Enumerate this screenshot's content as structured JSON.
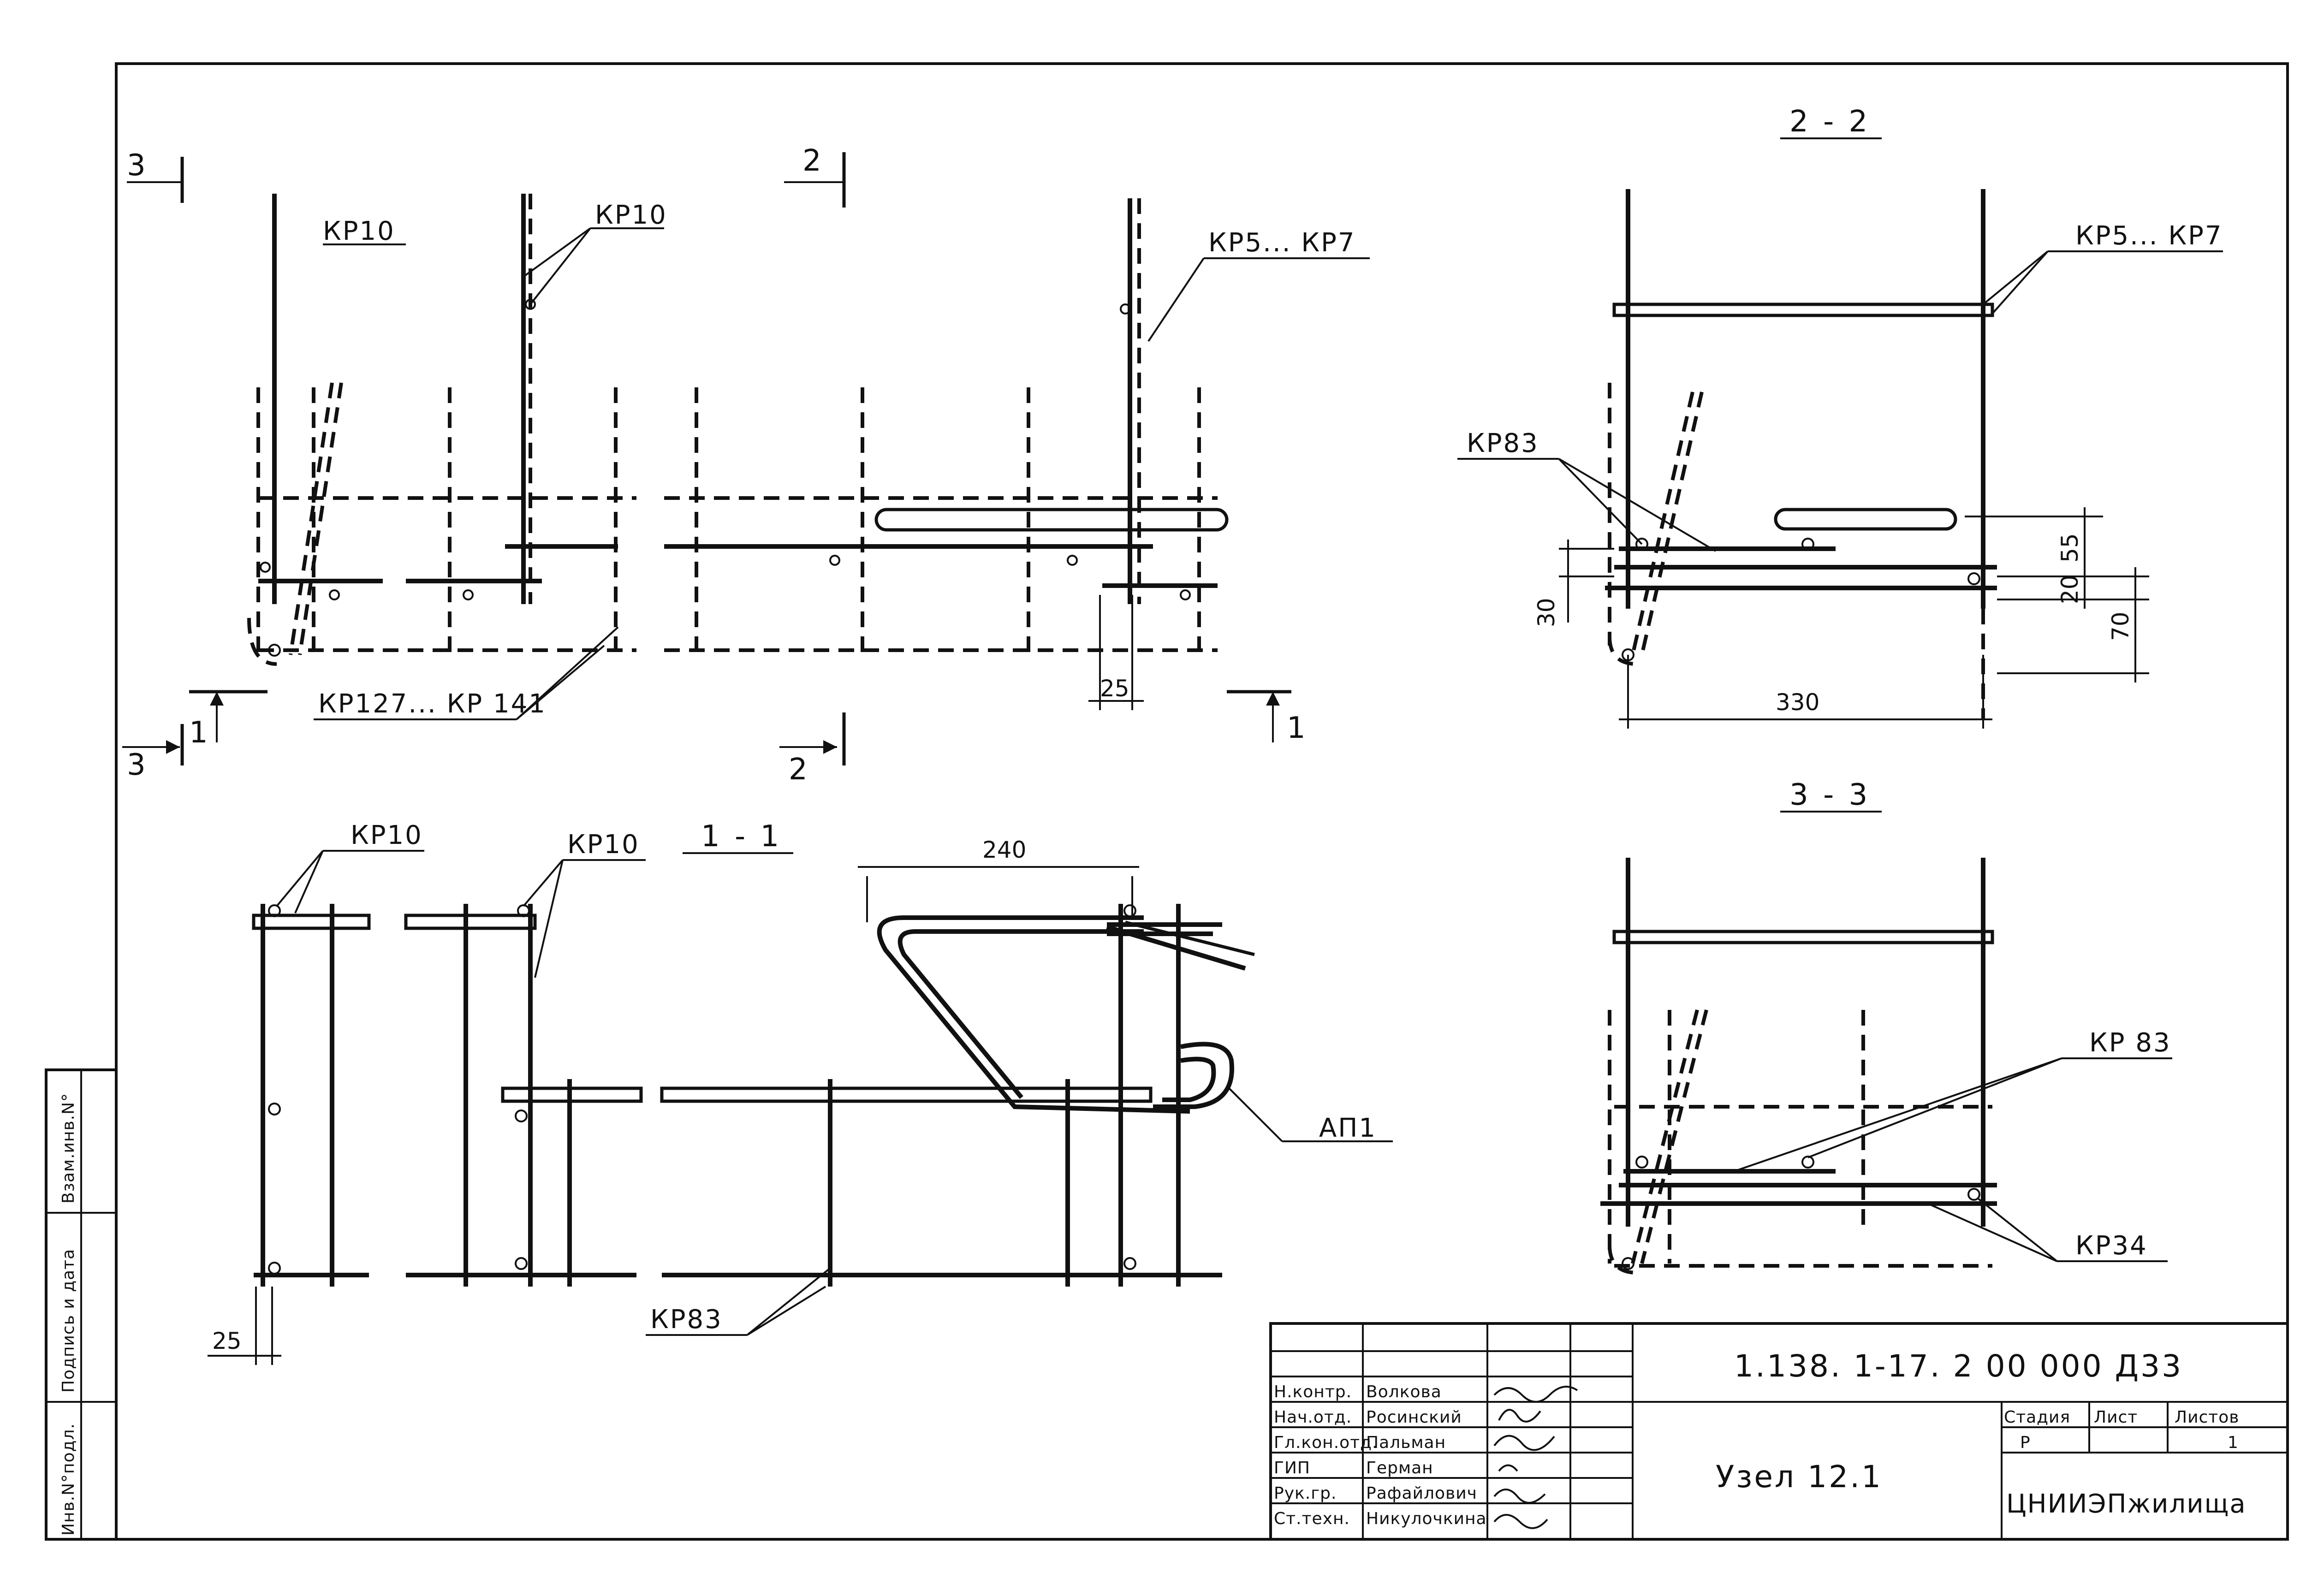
{
  "views": {
    "plan": {
      "callouts": {
        "kp10_left": "КР10",
        "kp10_right": "КР10",
        "kp5_7": "КР5... КР7",
        "kp127_141": "КР127... КР 141"
      },
      "section_marks": {
        "s3_top": "3",
        "s3_bottom": "3",
        "s2_top": "2",
        "s2_bottom": "2",
        "s1_left": "1",
        "s1_right": "1"
      },
      "dims": {
        "d25": "25"
      }
    },
    "section_1_1": {
      "title": "1 - 1",
      "callouts": {
        "kp10_a": "КР10",
        "kp10_b": "КР10",
        "ap1": "АП1",
        "kp83": "КР83"
      },
      "dims": {
        "d240": "240",
        "d25": "25"
      }
    },
    "section_2_2": {
      "title": "2 - 2",
      "callouts": {
        "kp5_7": "КР5... КР7",
        "kp83": "КР83"
      },
      "dims": {
        "d330": "330",
        "d30": "30",
        "d55": "55",
        "d20": "20",
        "d70": "70"
      }
    },
    "section_3_3": {
      "title": "3 - 3",
      "callouts": {
        "kp83": "КР 83",
        "kp34": "КР34"
      }
    }
  },
  "side_stamp": {
    "inv_podl": "Инв.N°подл.",
    "sign_date": "Подпись и дата",
    "vzam_inv": "Взам.инв.N°"
  },
  "title_block": {
    "code": "1.138. 1-17. 2 00 000 Д33",
    "title": "Узел 12.1",
    "stage_header": "Стадия",
    "sheet_header": "Лист",
    "sheets_header": "Листов",
    "stage_value": "Р",
    "sheet_value": "",
    "sheets_value": "1",
    "org": "ЦНИИЭПжилища",
    "people": [
      {
        "role": "Н.контр.",
        "name": "Волкова"
      },
      {
        "role": "Нач.отд.",
        "name": "Росинский"
      },
      {
        "role": "Гл.кон.отд.",
        "name": "Пальман"
      },
      {
        "role": "ГИП",
        "name": "Герман"
      },
      {
        "role": "Рук.гр.",
        "name": "Рафайлович"
      },
      {
        "role": "Ст.техн.",
        "name": "Никулочкина"
      }
    ]
  }
}
